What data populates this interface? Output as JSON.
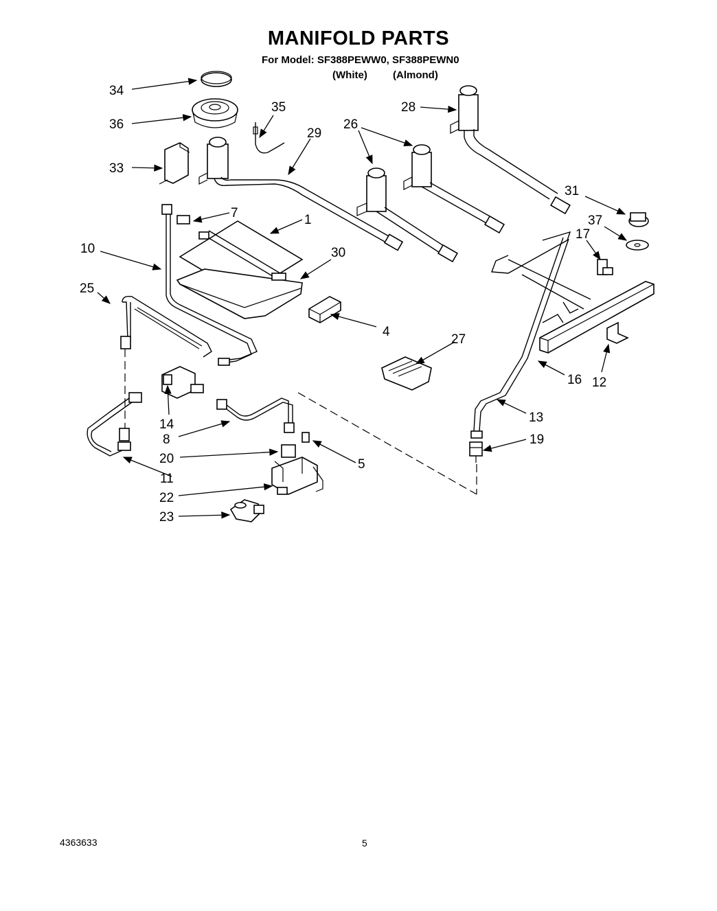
{
  "title": "MANIFOLD PARTS",
  "model_line": "For Model: SF388PEWW0, SF388PEWN0",
  "finishes": [
    "(White)",
    "(Almond)"
  ],
  "doc_number": "4363633",
  "page_number": "5",
  "callouts": [
    {
      "id": "34",
      "label": "34"
    },
    {
      "id": "36",
      "label": "36"
    },
    {
      "id": "33",
      "label": "33"
    },
    {
      "id": "35",
      "label": "35"
    },
    {
      "id": "29",
      "label": "29"
    },
    {
      "id": "26",
      "label": "26"
    },
    {
      "id": "28",
      "label": "28"
    },
    {
      "id": "31",
      "label": "31"
    },
    {
      "id": "37",
      "label": "37"
    },
    {
      "id": "17",
      "label": "17"
    },
    {
      "id": "7",
      "label": "7"
    },
    {
      "id": "1",
      "label": "1"
    },
    {
      "id": "10",
      "label": "10"
    },
    {
      "id": "30",
      "label": "30"
    },
    {
      "id": "25",
      "label": "25"
    },
    {
      "id": "4",
      "label": "4"
    },
    {
      "id": "27",
      "label": "27"
    },
    {
      "id": "16",
      "label": "16"
    },
    {
      "id": "12",
      "label": "12"
    },
    {
      "id": "14",
      "label": "14"
    },
    {
      "id": "13",
      "label": "13"
    },
    {
      "id": "8",
      "label": "8"
    },
    {
      "id": "19",
      "label": "19"
    },
    {
      "id": "20",
      "label": "20"
    },
    {
      "id": "5",
      "label": "5"
    },
    {
      "id": "11",
      "label": "11"
    },
    {
      "id": "22",
      "label": "22"
    },
    {
      "id": "23",
      "label": "23"
    }
  ]
}
